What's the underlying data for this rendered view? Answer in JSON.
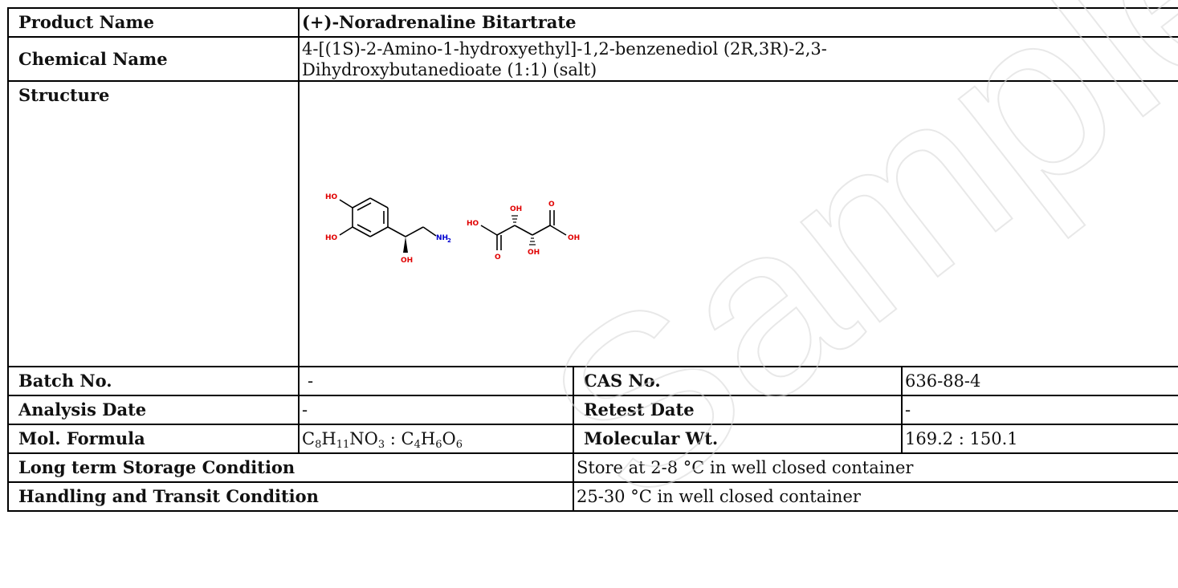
{
  "product": {
    "label": "Product Name",
    "value": "(+)-Noradrenaline Bitartrate"
  },
  "chemical": {
    "label": "Chemical Name",
    "line1": "4-[(1S)-2-Amino-1-hydroxyethyl]-1,2-benzenediol (2R,3R)-2,3-",
    "line2": "Dihydroxybutanedioate (1:1) (salt)"
  },
  "structure": {
    "label": "Structure",
    "atoms": {
      "ho_top": "HO",
      "ho_bottom": "HO",
      "oh_benzyl": "OH",
      "nh2_n": "NH",
      "nh2_sub": "2",
      "tart_ho": "HO",
      "tart_oh_top": "OH",
      "tart_o_top": "O",
      "tart_oh_right": "OH",
      "tart_o_bottom": "O",
      "tart_oh_bottom": "OH"
    }
  },
  "batch": {
    "label": "Batch No.",
    "value": "-"
  },
  "cas": {
    "label": "CAS No.",
    "value": "636-88-4"
  },
  "analysis": {
    "label": "Analysis Date",
    "value": "-"
  },
  "retest": {
    "label": "Retest Date",
    "value": "-"
  },
  "formula": {
    "label": "Mol. Formula",
    "parts": {
      "c1": "C",
      "c1n": "8",
      "h1": "H",
      "h1n": "11",
      "rest1": "NO",
      "o1n": "3",
      "sep": " : ",
      "c2": "C",
      "c2n": "4",
      "h2": "H",
      "h2n": "6",
      "o2": "O",
      "o2n": "6"
    }
  },
  "molwt": {
    "label": "Molecular Wt.",
    "value": "169.2 : 150.1"
  },
  "storage": {
    "label": "Long term Storage Condition",
    "value": "Store at 2-8 °C in well closed container"
  },
  "handling": {
    "label": "Handling and Transit Condition",
    "value": "25-30 °C in well closed container"
  },
  "watermark": {
    "text": "Sample COA",
    "color": "#d9d9d9"
  },
  "colors": {
    "atom_red": "#e00000",
    "atom_blue": "#0000d0",
    "bond": "#000000"
  }
}
